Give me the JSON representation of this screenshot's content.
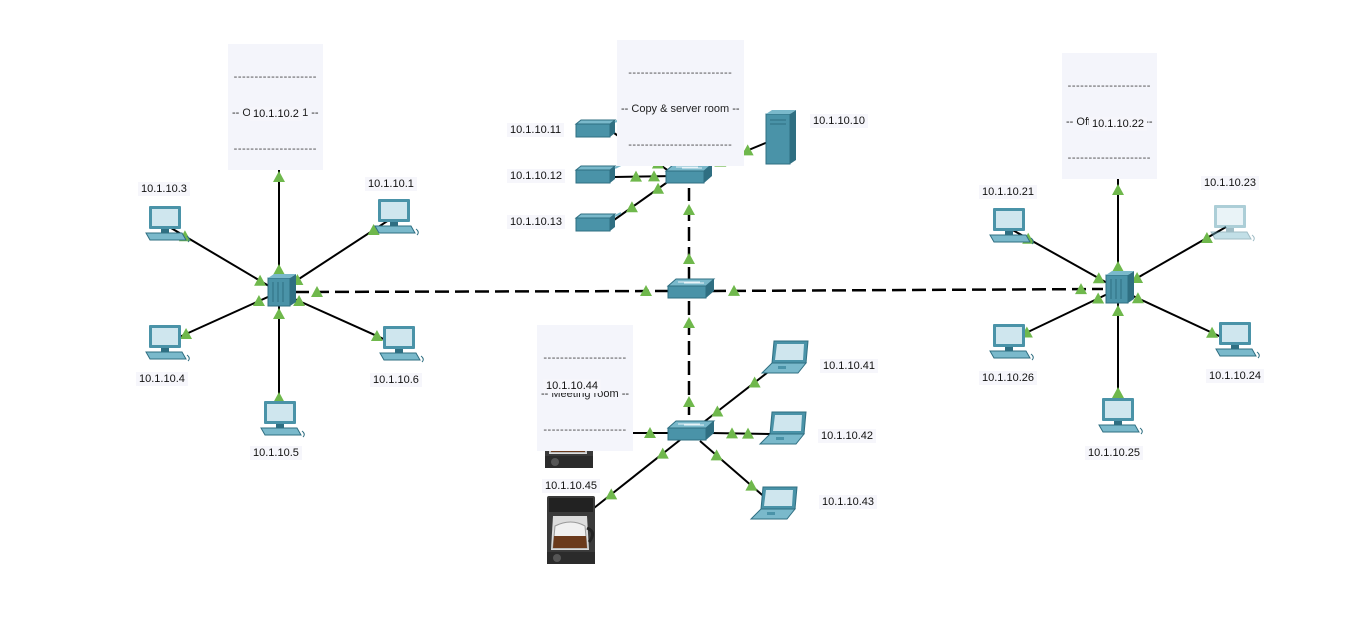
{
  "colors": {
    "device": "#4a93a8",
    "device_dark": "#2f6f82",
    "device_light": "#7ab9cb",
    "screen": "#cfe6ee",
    "link": "#000000",
    "arrow": "#6fb84c",
    "label_bg": "#f4f5fb"
  },
  "rooms": {
    "office1": {
      "label": "-- Office room 1 --"
    },
    "copy": {
      "label": "-- Copy & server room --"
    },
    "office2": {
      "label": "-- Office room 2 --"
    },
    "meeting": {
      "label": "-- Meeting room --"
    }
  },
  "devices": {
    "pc_1_1": {
      "ip": "10.1.10.1",
      "icon": "desktop-pc"
    },
    "pc_1_2": {
      "ip": "10.1.10.2",
      "icon": "desktop-pc"
    },
    "pc_1_3": {
      "ip": "10.1.10.3",
      "icon": "desktop-pc"
    },
    "pc_1_4": {
      "ip": "10.1.10.4",
      "icon": "desktop-pc"
    },
    "pc_1_5": {
      "ip": "10.1.10.5",
      "icon": "desktop-pc"
    },
    "pc_1_6": {
      "ip": "10.1.10.6",
      "icon": "desktop-pc"
    },
    "server": {
      "ip": "10.1.10.10",
      "icon": "server-tower"
    },
    "printer_11": {
      "ip": "10.1.10.11",
      "icon": "printer"
    },
    "printer_12": {
      "ip": "10.1.10.12",
      "icon": "printer"
    },
    "printer_13": {
      "ip": "10.1.10.13",
      "icon": "printer"
    },
    "pc_2_21": {
      "ip": "10.1.10.21",
      "icon": "desktop-pc"
    },
    "pc_2_22": {
      "ip": "10.1.10.22",
      "icon": "desktop-pc"
    },
    "pc_2_23": {
      "ip": "10.1.10.23",
      "icon": "desktop-pc"
    },
    "pc_2_24": {
      "ip": "10.1.10.24",
      "icon": "desktop-pc"
    },
    "pc_2_25": {
      "ip": "10.1.10.25",
      "icon": "desktop-pc"
    },
    "pc_2_26": {
      "ip": "10.1.10.26",
      "icon": "desktop-pc"
    },
    "laptop_41": {
      "ip": "10.1.10.41",
      "icon": "laptop"
    },
    "laptop_42": {
      "ip": "10.1.10.42",
      "icon": "laptop"
    },
    "laptop_43": {
      "ip": "10.1.10.43",
      "icon": "laptop"
    },
    "coffee_44": {
      "ip": "10.1.10.44",
      "icon": "coffee-machine"
    },
    "coffee_45": {
      "ip": "10.1.10.45",
      "icon": "coffee-machine"
    }
  }
}
